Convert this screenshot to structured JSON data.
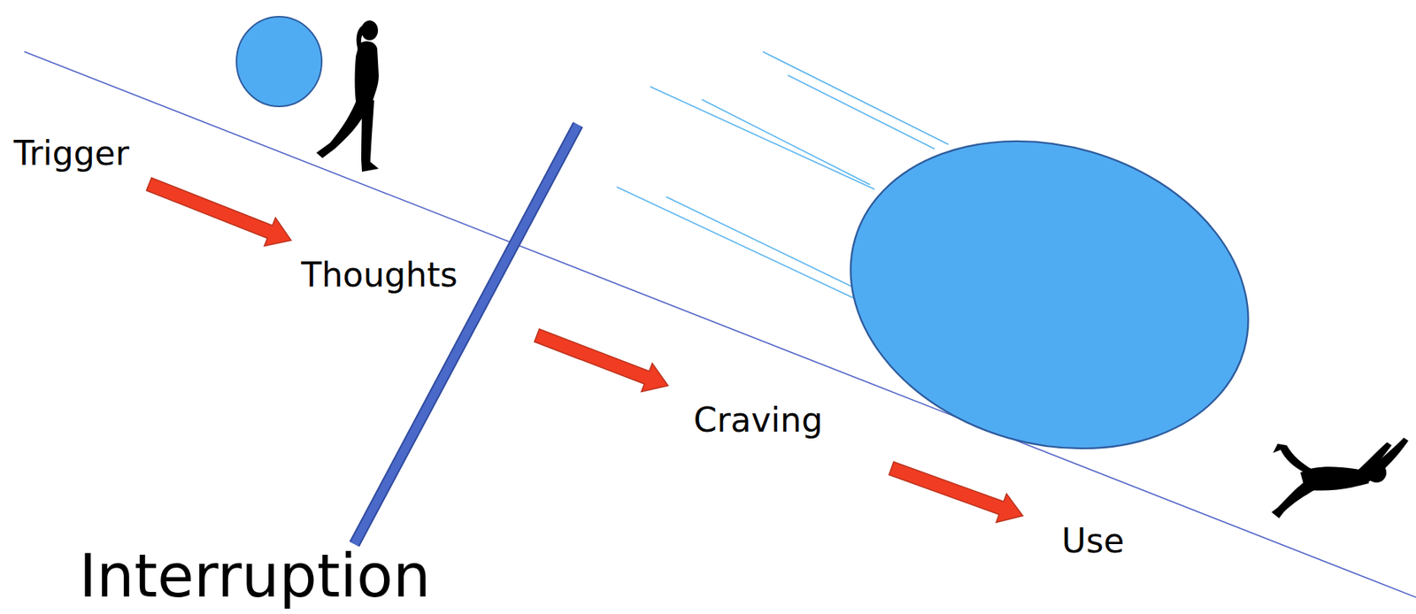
{
  "diagram": {
    "nodes": [
      {
        "text": [
          "Trigger"
        ]
      },
      {
        "text": [
          "Thoughts"
        ]
      },
      {
        "text": [
          "Craving"
        ]
      },
      {
        "text": [
          "Use"
        ]
      }
    ],
    "edges": [
      {
        "from": 0,
        "to": 1,
        "arrow": "to"
      },
      {
        "from": 1,
        "to": 2,
        "arrow": "to"
      },
      {
        "from": 2,
        "to": 3,
        "arrow": "to"
      }
    ],
    "labels": [
      "Interruption"
    ]
  }
}
